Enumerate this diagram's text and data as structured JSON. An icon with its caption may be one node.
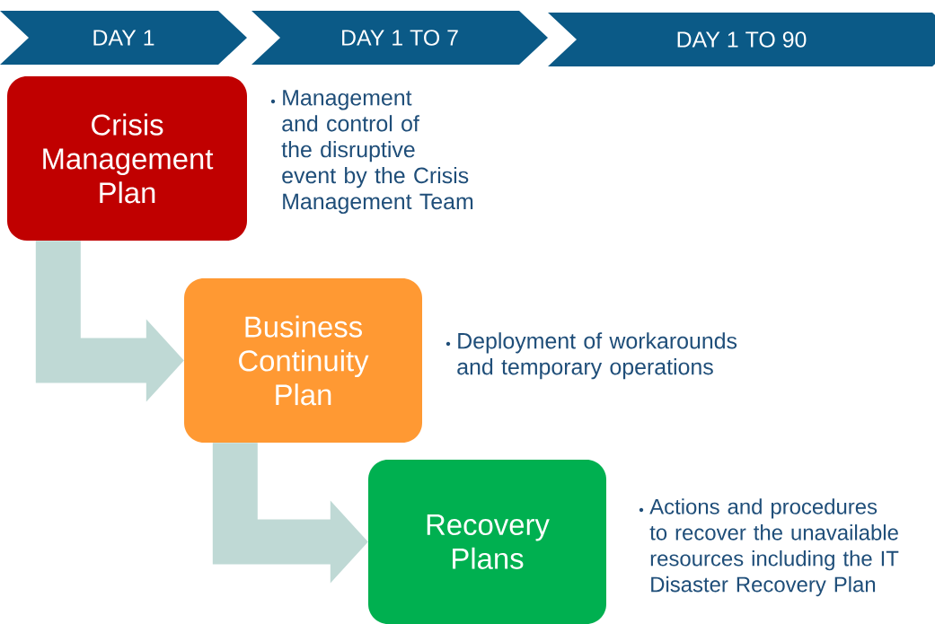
{
  "diagram": {
    "nodes": [
      {
        "text": [
          "DAY 1"
        ]
      },
      {
        "text": [
          "DAY 1 TO 7"
        ]
      },
      {
        "text": [
          "DAY 1 TO 90"
        ]
      },
      {
        "text": [
          "Crisis Management Plan"
        ],
        "beside": [
          "Management and control of the disruptive event by the Crisis Management Team"
        ]
      },
      {
        "text": [
          "Business Continuity Plan"
        ],
        "beside": [
          "Deployment of workarounds and temporary operations"
        ]
      },
      {
        "text": [
          "Recovery Plans"
        ],
        "beside": [
          "Actions and procedures to recover the unavailable resources including the IT Disaster Recovery Plan"
        ]
      }
    ],
    "edges": [
      {
        "from": 3,
        "to": 4,
        "arrow": "to",
        "style": "thick",
        "color": "#bfd9d5"
      },
      {
        "from": 4,
        "to": 5,
        "arrow": "to",
        "style": "thick",
        "color": "#bfd9d5"
      }
    ]
  }
}
